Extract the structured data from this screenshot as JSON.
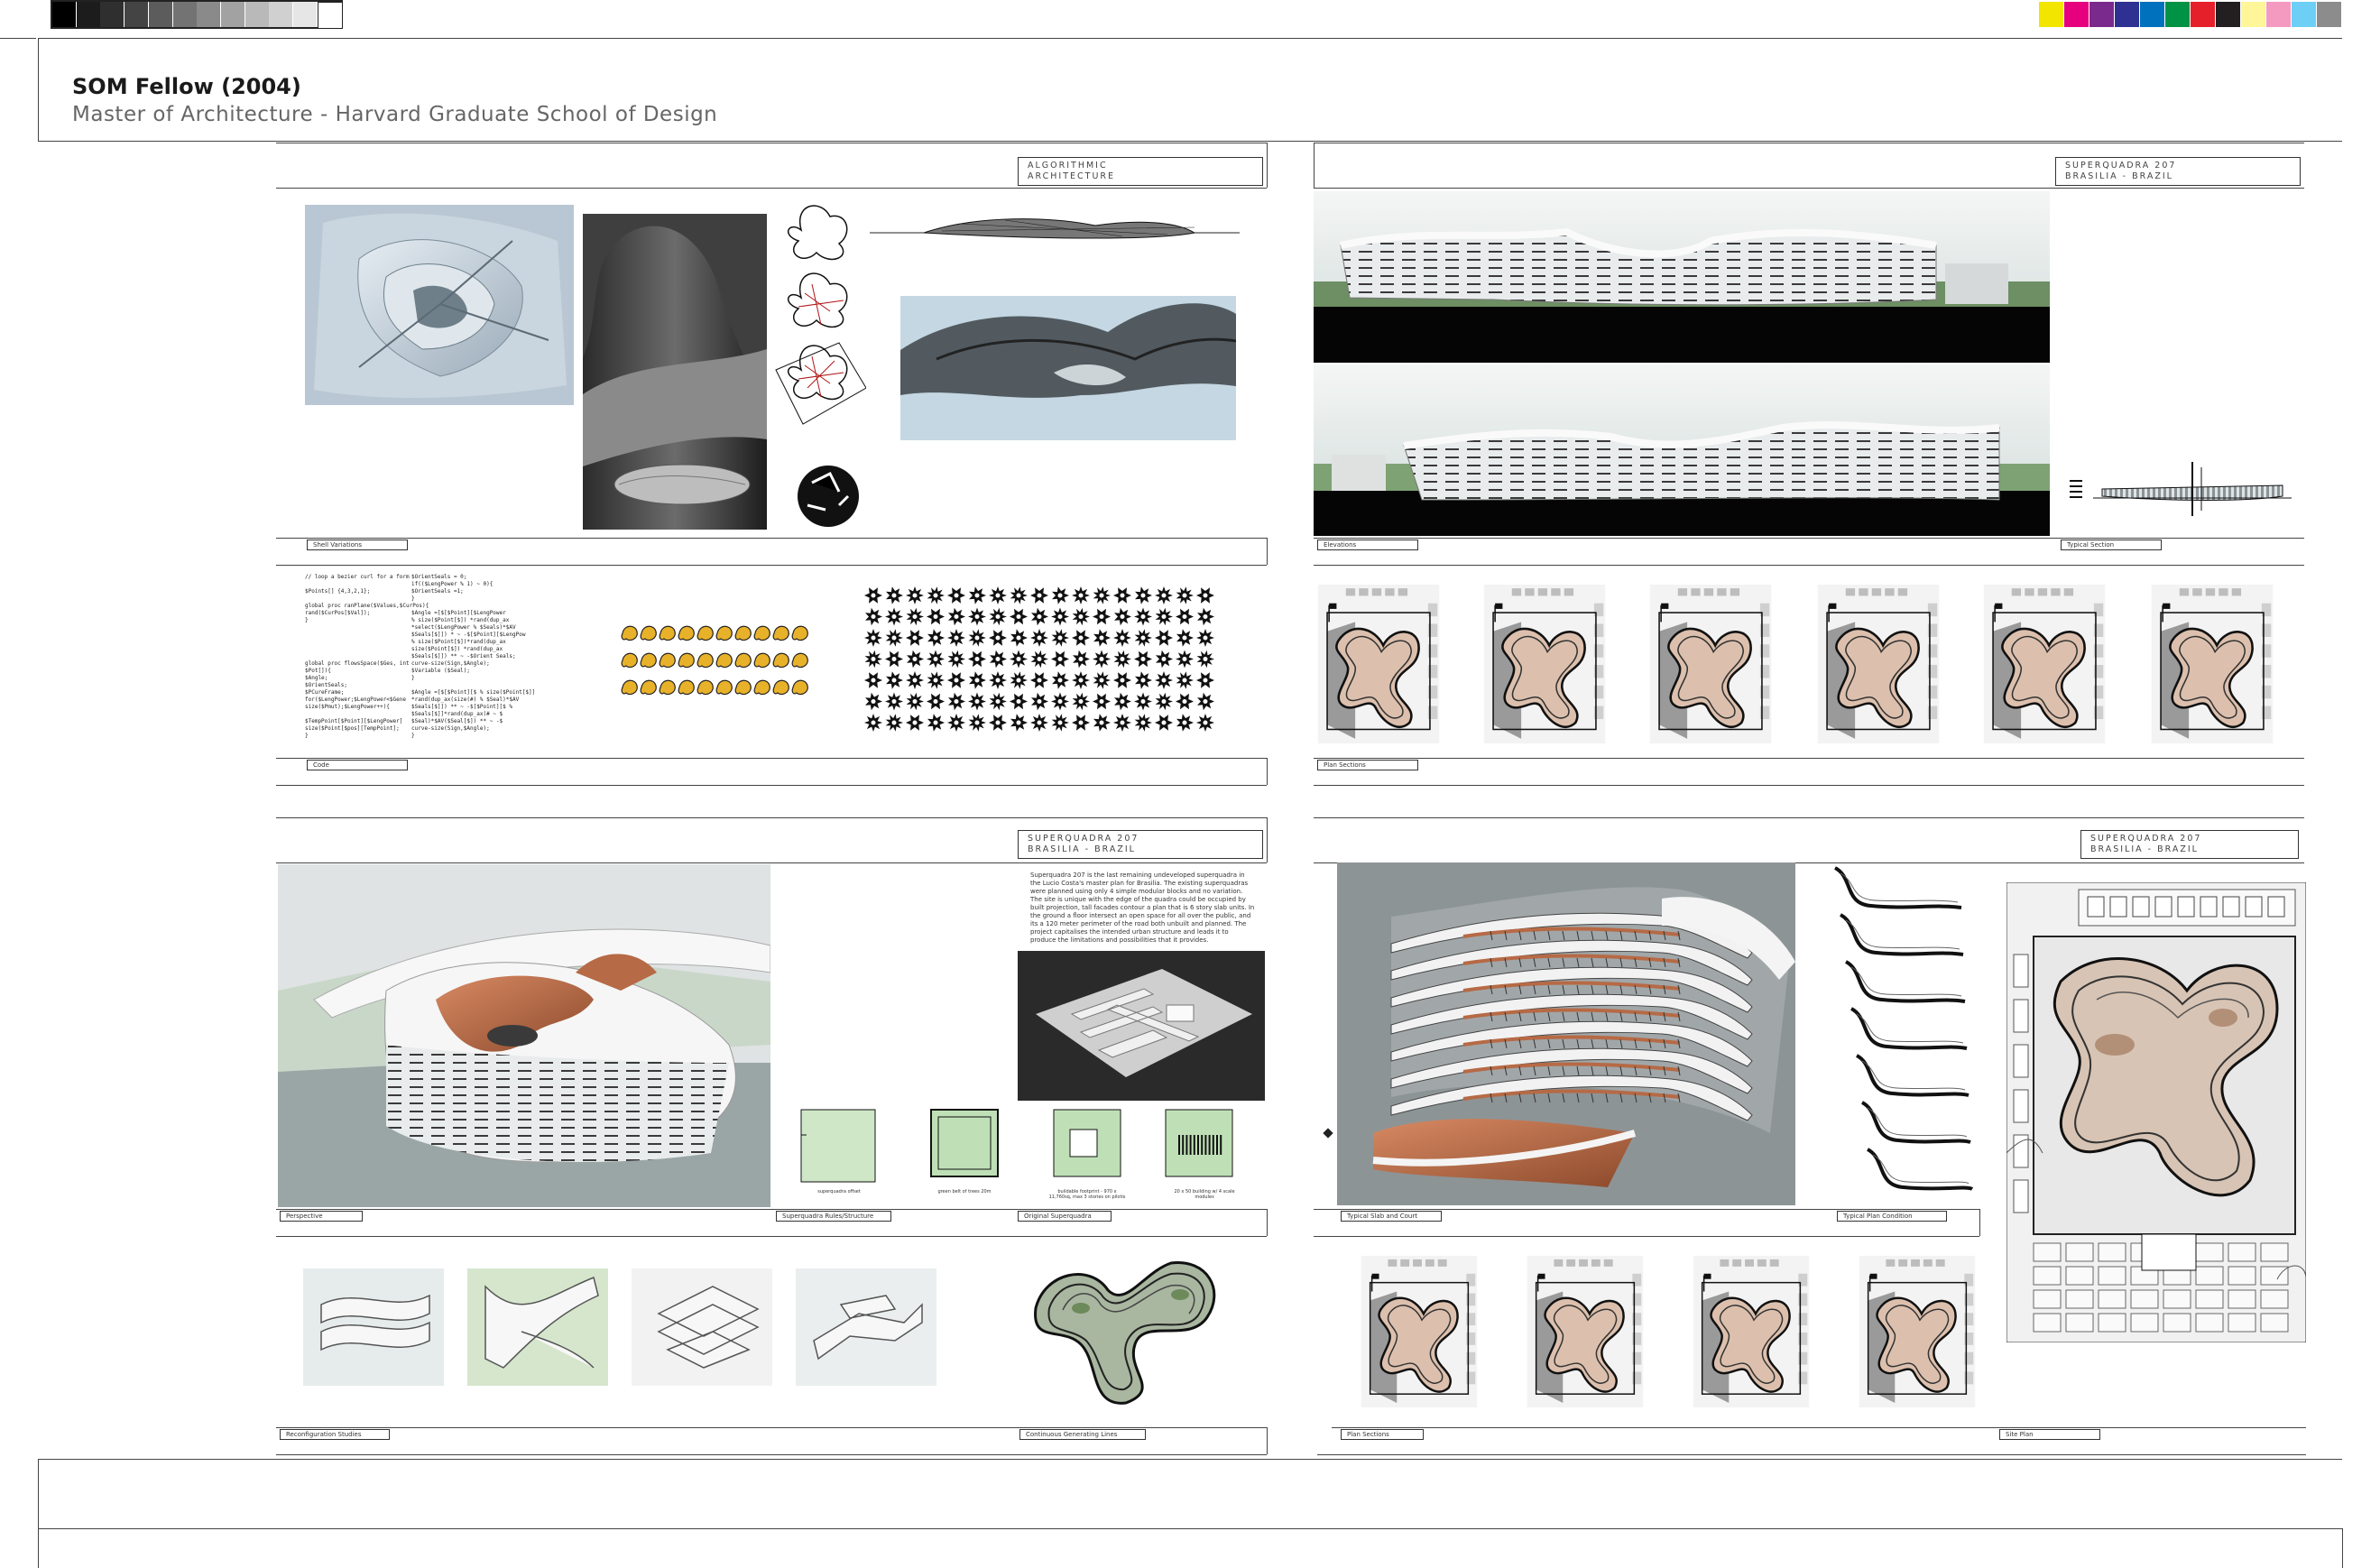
{
  "header": {
    "title": "SOM Fellow (2004)",
    "subtitle": "Master of Architecture - Harvard Graduate School of Design"
  },
  "colors": {
    "grayscale": [
      "#000000",
      "#1c1c1c",
      "#2f2f2f",
      "#444444",
      "#5c5c5c",
      "#737373",
      "#8a8a8a",
      "#a2a2a2",
      "#b9b9b9",
      "#d0d0d0",
      "#e6e6e6",
      "#ffffff"
    ],
    "color_bar": [
      "#f2e600",
      "#e6007e",
      "#7a2a8c",
      "#2e3192",
      "#0071bc",
      "#009245",
      "#e6202a",
      "#231f20",
      "#fff699",
      "#f49ac1",
      "#6dcff6",
      "#8c8c8c"
    ]
  },
  "sheets": {
    "top_left": {
      "tag": [
        "ALGORITHMIC",
        "ARCHITECTURE"
      ],
      "captions": {
        "shell": "Shell Variations",
        "code": "Code"
      },
      "code_left": "// loop a bezier curl for a form\n\n$Points[] {4,3,2,1};\n\nglobal proc ranPlane($Values,$CurPos){\nrand($CurPos[$Val]);\n}\n\n\n\n\n\nglobal proc flowsSpace($Ges, int\n$Pot[]){\n$Angle;\n$OrientSeals;\n$PCureFrame;\nfor($LengPower;$LengPower<$Gene\nsize($Pmut);$LengPower++){\n\n$TempPoint[$Point][$LengPower]\nsize($Point[$pos][TempPoint];\n}",
      "code_right": "$OrientSeals = 0;\nif(($LengPower % 1) ~ 0){\n$OrientSeals =1;\n}\n\n$Angle =[$[$Point][$LengPower\n% size($Point[$]) *rand(dup_ax\n*select($LengPower % $Seals)*$AV\n$Seals[$]]) * ~ -$[$Point][$LengPow\n% size($Point[$])*rand(dup_ax\nsize($Point[$]) *rand(dup_ax\n$Seals[$]]) ** ~ -$Orient Seals;\ncurve-size(Sign,$Angle);\n$Variable ($Seal);\n}\n\n$Angle =[$[$Point][$ % size($Point[$]]\n*rand(dup_ax(size(#) % $Seal)*$AV\n$Seals[$]]) ** ~ -$[$Point][$ %\n$Seals[$]]*rand(dup_ax(# ~ $\n$Seal)*$AV($Seal[$]) ** ~ -$\ncurve-size(Sign,$Angle);\n}"
    },
    "top_right": {
      "tag": [
        "SUPERQUADRA 207",
        "BRASILIA - BRAZIL"
      ],
      "captions": {
        "elevations": "Elevations",
        "section": "Typical Section",
        "plans": "Plan Sections"
      }
    },
    "bottom_left": {
      "tag": [
        "SUPERQUADRA 207",
        "BRASILIA - BRAZIL"
      ],
      "paragraph": "Superquadra 207 is the last remaining undeveloped superquadra in the Lucio Costa's master plan for Brasilia. The existing superquadras were planned using only 4 simple modular blocks and no variation. The site is unique with the edge of the quadra could be occupied by built projection, tall facades contour a plan that is 6 story slab units. In the ground a floor intersect an open space for all over the public, and its a 120 meter perimeter of the road both unbuilt and planned. The project capitalises the intended urban structure and leads it to produce the limitations and possibilities that it provides.",
      "diagram_labels": [
        "superquadra offset",
        "green belt of trees 20m",
        "buildable footprint - 970 x 11,760sq, max 3 stories on pilotis",
        "20 x 50 building w/ 4 scale modules"
      ],
      "captions": {
        "perspective": "Perspective",
        "superquadra_rules": "Superquadra Rules/Structure",
        "original": "Original Superquadra",
        "reconfig": "Reconfiguration Studies",
        "continuous": "Continuous Generating Lines"
      }
    },
    "bottom_right": {
      "tag": [
        "SUPERQUADRA 207",
        "BRASILIA - BRAZIL"
      ],
      "captions": {
        "typical_slab": "Typical Slab and Court",
        "typical_plan": "Typical Plan Condition",
        "plan_sections": "Plan Sections",
        "site_plan": "Site Plan"
      }
    }
  }
}
